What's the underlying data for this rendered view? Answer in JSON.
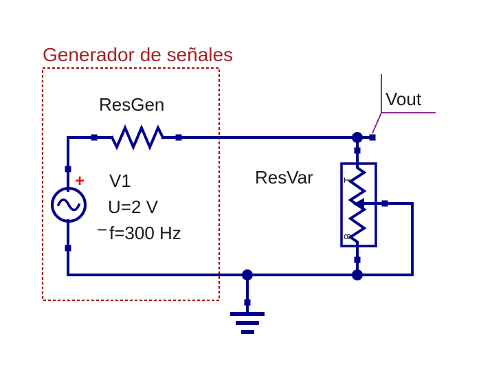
{
  "annotations": {
    "title": "Generador de señales",
    "vout_net_label": "Vout"
  },
  "components": {
    "resgen": {
      "label": "ResGen"
    },
    "resvar": {
      "label": "ResVar",
      "top_marking": "T",
      "bottom_marking": "B"
    },
    "source_v1": {
      "name": "V1",
      "voltage": "U=2 V",
      "frequency": "f=300 Hz",
      "plus_terminal": "+",
      "minus_terminal": "−"
    }
  },
  "colors": {
    "wire_navy": "#00008b",
    "annotation_red": "#a32222",
    "dashed_box_red": "#aa0f0f",
    "callout_purple": "#7d0f7d",
    "label_black": "#1a1a1a",
    "background": "#ffffff"
  }
}
